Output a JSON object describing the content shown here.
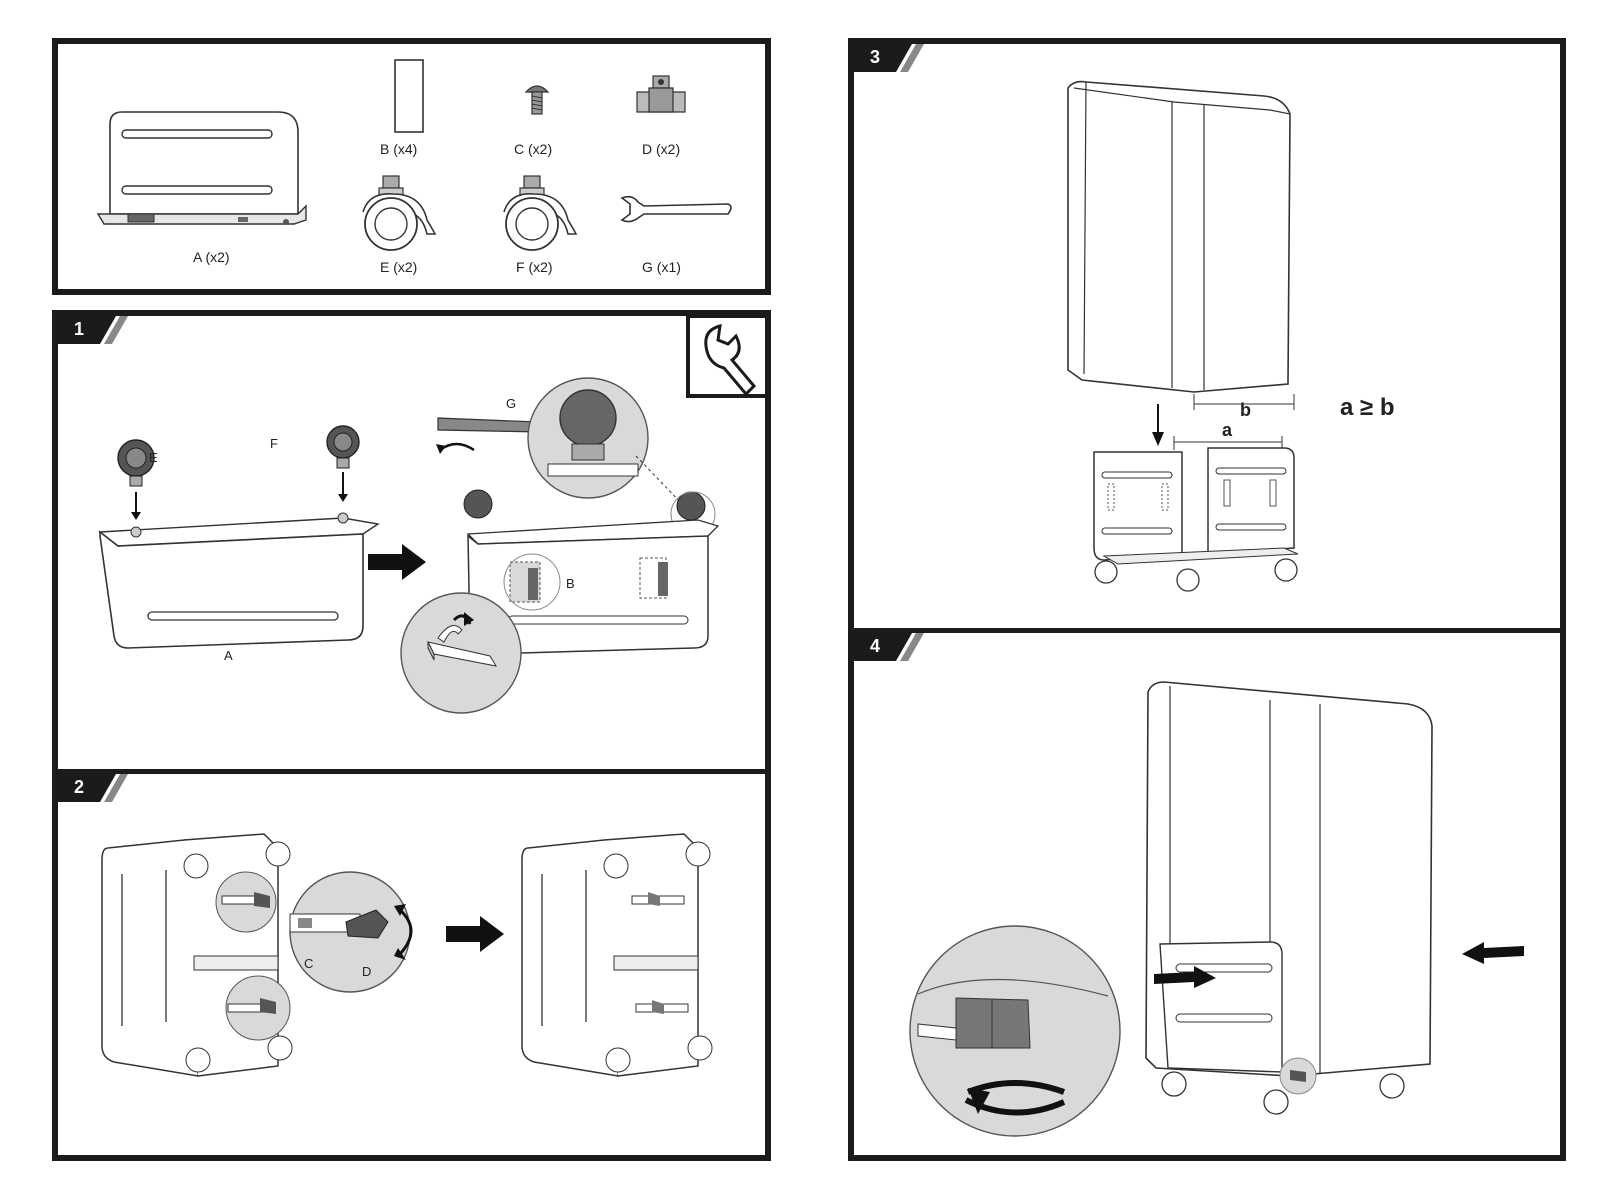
{
  "parts": [
    {
      "id": "A",
      "label": "A (x2)"
    },
    {
      "id": "B",
      "label": "B (x4)"
    },
    {
      "id": "C",
      "label": "C (x2)"
    },
    {
      "id": "D",
      "label": "D (x2)"
    },
    {
      "id": "E",
      "label": "E (x2)"
    },
    {
      "id": "F",
      "label": "F (x2)"
    },
    {
      "id": "G",
      "label": "G (x1)"
    }
  ],
  "steps": {
    "s1": {
      "number": "1",
      "callouts": {
        "e": "E",
        "f": "F",
        "g": "G",
        "a": "A",
        "b": "B"
      },
      "tool_icon": "wrench-icon"
    },
    "s2": {
      "number": "2",
      "callouts": {
        "c": "C",
        "d": "D"
      }
    },
    "s3": {
      "number": "3",
      "dim_a": "a",
      "dim_b": "b",
      "formula": "a ≥ b"
    },
    "s4": {
      "number": "4"
    }
  },
  "colors": {
    "frame": "#1b1b1b",
    "line": "#333333",
    "dark_part": "#555555",
    "zoom_fill": "#d9d9d9",
    "arrow": "#111111"
  }
}
